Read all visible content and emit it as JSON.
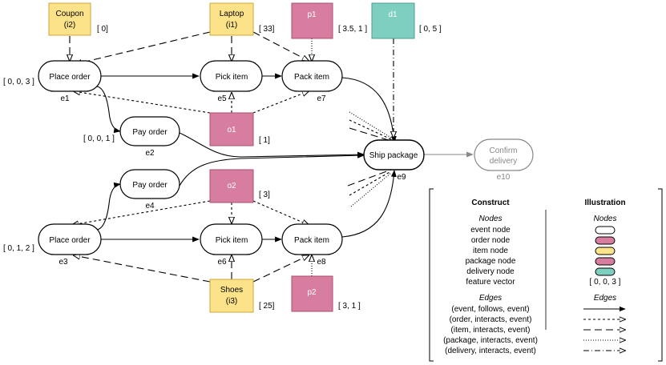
{
  "colors": {
    "item": "#FCE38A",
    "item_stroke": "#C9A93A",
    "order": "#D77EA0",
    "order_stroke": "#A8506F",
    "package": "#D77EA0",
    "delivery": "#7FCFC0",
    "delivery_stroke": "#4A9C8C",
    "event_stroke": "#000000",
    "gray": "#888888"
  },
  "nodes": {
    "coupon": {
      "label": "Coupon",
      "sub": "(i2)",
      "vector": "[ 0]"
    },
    "laptop": {
      "label": "Laptop",
      "sub": "(i1)",
      "vector": "[ 33]"
    },
    "p1": {
      "label": "p1",
      "vector": "[ 3.5, 1 ]"
    },
    "d1": {
      "label": "d1",
      "vector": "[ 0, 5 ]"
    },
    "place_order_1": {
      "label": "Place order",
      "id": "e1",
      "vector": "[ 0, 0, 3 ]"
    },
    "pick_item_1": {
      "label": "Pick item",
      "id": "e5"
    },
    "pack_item_1": {
      "label": "Pack item",
      "id": "e7"
    },
    "pay_order_1": {
      "label": "Pay order",
      "id": "e2",
      "vector": "[ 0, 0, 1 ]"
    },
    "o1": {
      "label": "o1",
      "vector": "[ 1]"
    },
    "ship_package": {
      "label": "Ship package",
      "id": "e9"
    },
    "confirm_delivery": {
      "label": "Confirm",
      "label2": "delivery",
      "id": "e10"
    },
    "pay_order_2": {
      "label": "Pay order",
      "id": "e4"
    },
    "o2": {
      "label": "o2",
      "vector": "[ 3]"
    },
    "place_order_2": {
      "label": "Place order",
      "id": "e3",
      "vector": "[ 0, 1, 2 ]"
    },
    "pick_item_2": {
      "label": "Pick item",
      "id": "e6"
    },
    "pack_item_2": {
      "label": "Pack item",
      "id": "e8"
    },
    "shoes": {
      "label": "Shoes",
      "sub": "(i3)",
      "vector": "[ 25]"
    },
    "p2": {
      "label": "p2",
      "vector": "[ 3, 1 ]"
    }
  },
  "legend": {
    "col_construct": "Construct",
    "col_illustration": "Illustration",
    "nodes_heading": "Nodes",
    "nodes_heading_right": "Nodes",
    "node_types": [
      "event node",
      "order node",
      "item node",
      "package node",
      "delivery node",
      "feature vector"
    ],
    "feature_vector_example": "[ 0, 0, 3 ]",
    "edges_heading": "Edges",
    "edges_heading_right": "Edges",
    "edge_types": [
      "(event, follows, event)",
      "(order, interacts, event)",
      "(item, interacts, event)",
      "(package, interacts, event)",
      "(delivery, interacts, event)"
    ]
  }
}
